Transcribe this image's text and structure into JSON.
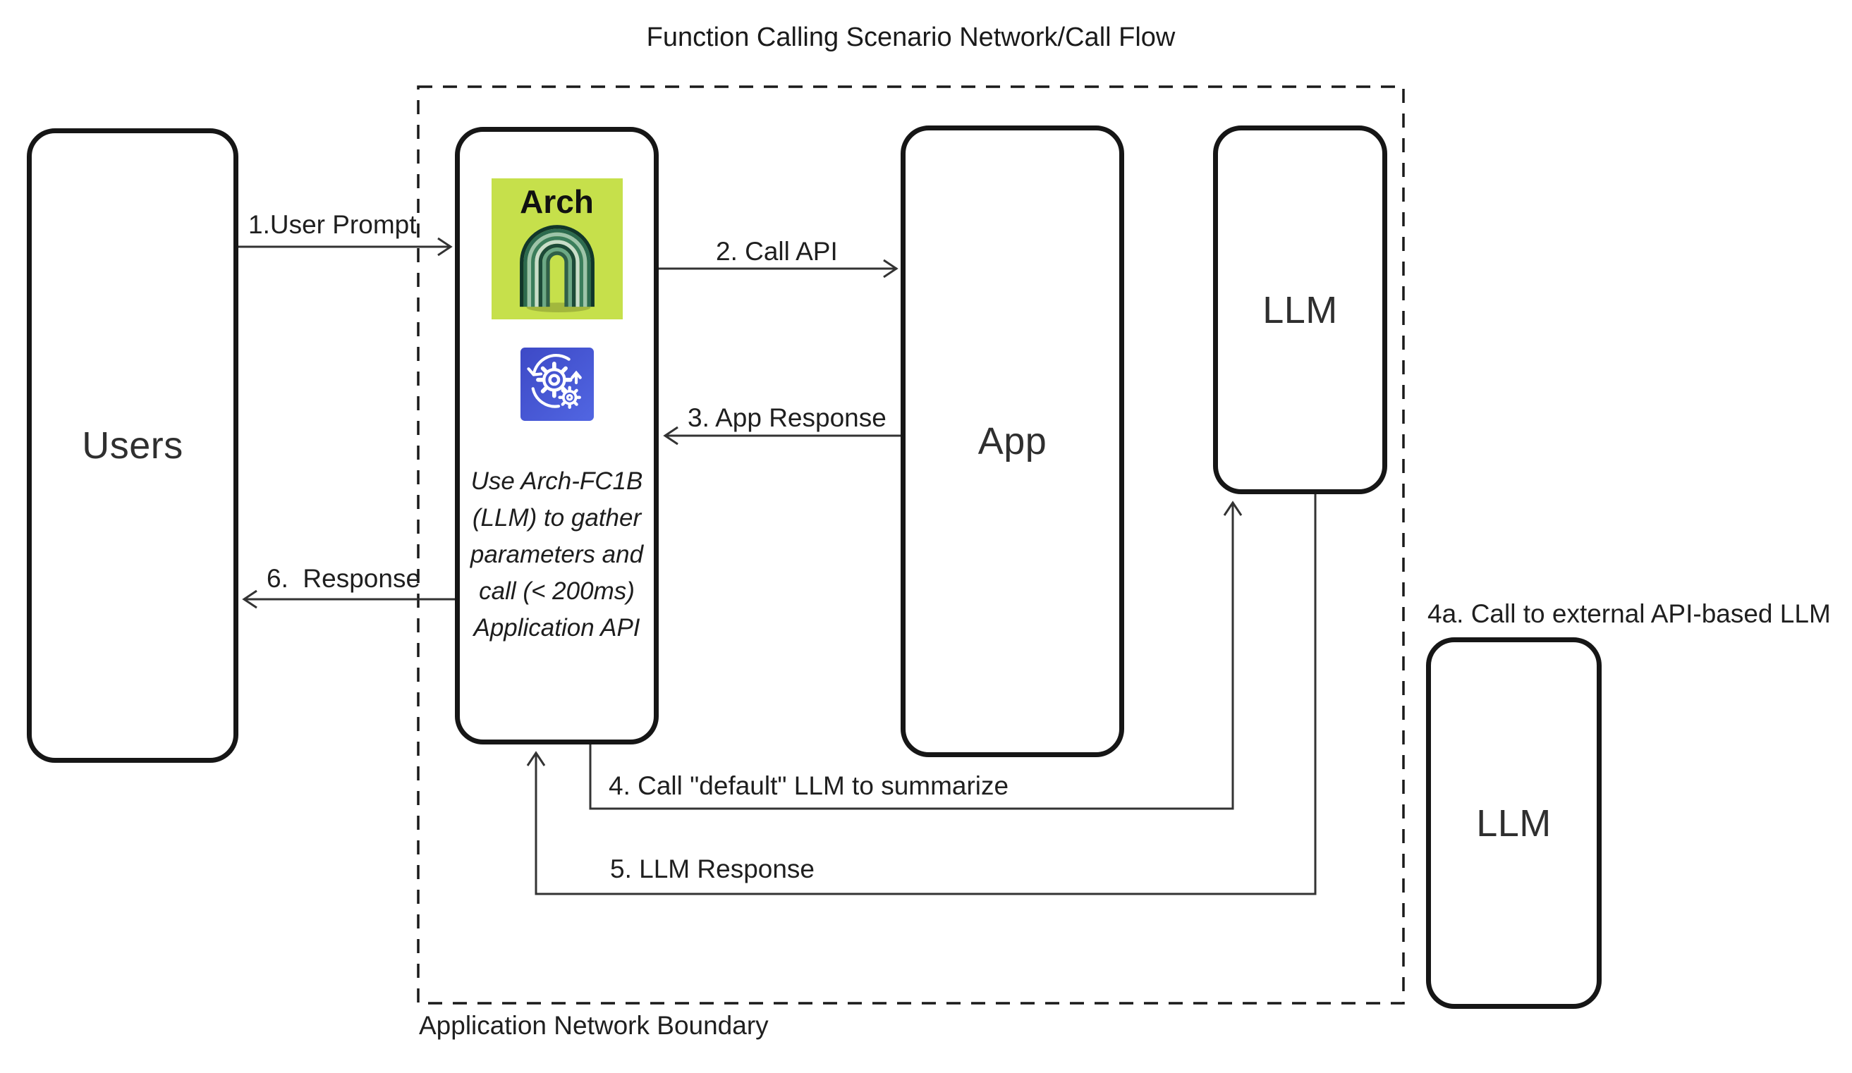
{
  "title": "Function Calling Scenario Network/Call Flow",
  "boundary": {
    "label": "Application Network Boundary"
  },
  "nodes": {
    "users": {
      "label": "Users"
    },
    "arch": {
      "logo_text": "Arch",
      "icon": "gears-sync-icon",
      "note_lines": [
        "Use Arch-FC1B",
        "(LLM) to gather",
        "parameters and",
        "call (< 200ms)",
        "Application API"
      ]
    },
    "app": {
      "label": "App"
    },
    "llm_internal": {
      "label": "LLM"
    },
    "llm_external": {
      "label": "LLM",
      "caption": "4a. Call to external API-based LLM"
    }
  },
  "edges": [
    {
      "label": "1.User Prompt"
    },
    {
      "label": "2. Call API"
    },
    {
      "label": "3. App Response"
    },
    {
      "label": "4. Call \"default\" LLM to summarize"
    },
    {
      "label": "5. LLM Response"
    },
    {
      "label": "6.  Response"
    }
  ],
  "colors": {
    "box_border": "#161616",
    "arrow": "#333333",
    "arch_logo_bg": "#c6e04b",
    "arch_ribbon_dark": "#1c4a38",
    "arch_ribbon_light": "#9dc4aa",
    "gear_icon_bg_start": "#3d49c6",
    "gear_icon_bg_end": "#5166e2"
  }
}
